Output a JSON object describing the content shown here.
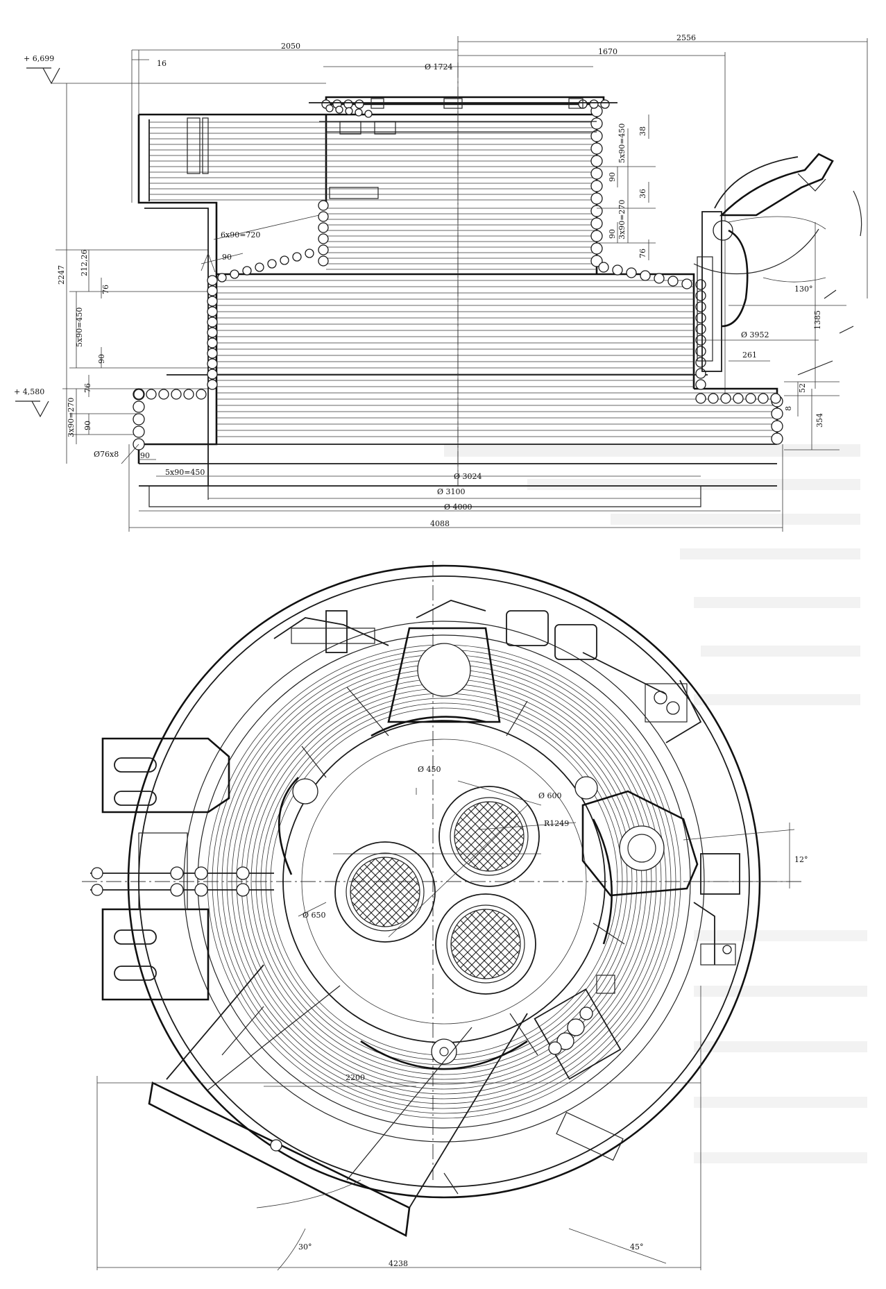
{
  "elevation": {
    "top": "+ 6,699",
    "bottom": "+ 4,580"
  },
  "section_dims": {
    "d_top": "Ø 1724",
    "w_2050": "2050",
    "w_16": "16",
    "w_2556": "2556",
    "w_1670": "1670",
    "h_2247": "2247",
    "h_1385": "1385",
    "d_3952": "Ø 3952",
    "w_261": "261",
    "v_52": "52",
    "v_8": "8",
    "v_354": "354",
    "v_38": "38",
    "v_5x90_450_right": "5x90=450",
    "v_90_a": "90",
    "v_36": "36",
    "v_3x90_270_right": "3x90=270",
    "v_90_b": "90",
    "v_76_right": "76",
    "lbl_6x90": "6x90=720",
    "lbl_90_mid": "90",
    "v_212": "212,26",
    "v_76_left": "76",
    "v_5x90_450_left": "5x90=450",
    "v_90_left": "90",
    "v_76_left_b": "76",
    "v_3x90_270_left": "3x90=270",
    "v_90_left_b": "90",
    "d_76x8": "Ø76x8",
    "h_90_bottom": "90",
    "h_5x90_bottom": "5x90=450",
    "d_3024": "Ø 3024",
    "d_3100": "Ø 3100",
    "d_4000": "Ø 4000",
    "w_4088": "4088",
    "ang_130": "130°"
  },
  "plan_dims": {
    "d_450": "Ø 450",
    "d_600": "Ø 600",
    "r_1249": "R1249",
    "d_650": "Ø 650",
    "ang_12": "12°",
    "w_2200": "2200",
    "ang_30": "30°",
    "ang_45": "45°",
    "w_4238": "4238"
  }
}
